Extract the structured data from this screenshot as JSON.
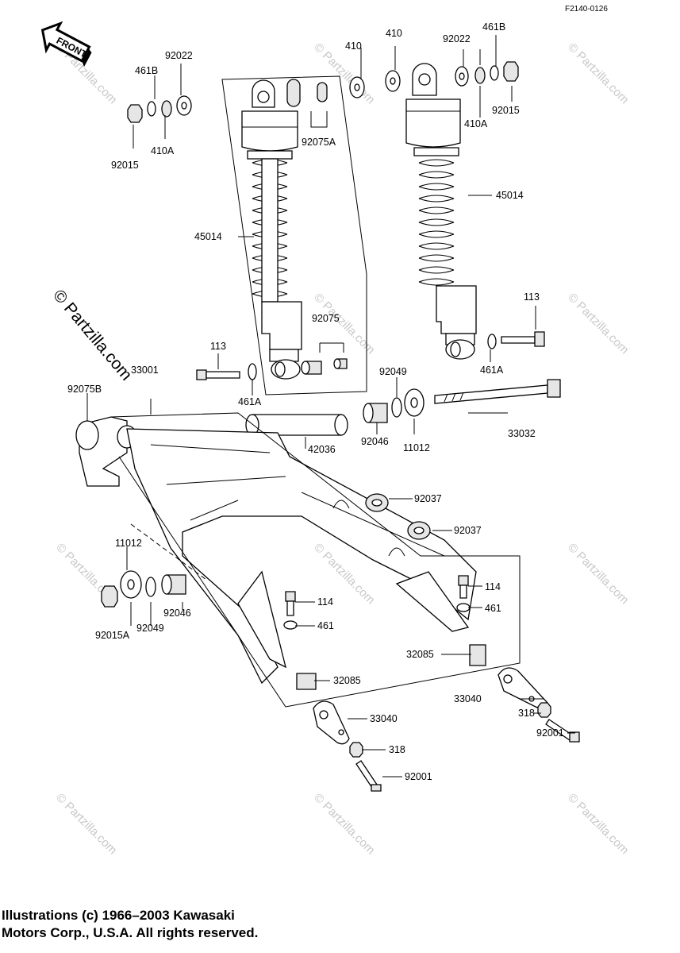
{
  "figure_code": "F2140-0126",
  "front_arrow": "FRONT",
  "labels": {
    "l92022a": "92022",
    "l461Ba": "461B",
    "l92015a": "92015",
    "l410Aa": "410A",
    "l410a": "410",
    "l410b": "410",
    "l92022b": "92022",
    "l461Bb": "461B",
    "l410Ab": "410A",
    "l92015b": "92015",
    "l92075A": "92075A",
    "l45014a": "45014",
    "l45014b": "45014",
    "l92075": "92075",
    "l113a": "113",
    "l461Aa": "461A",
    "l113b": "113",
    "l461Ab": "461A",
    "l33001": "33001",
    "l92075B": "92075B",
    "l92049a": "92049",
    "l92046a": "92046",
    "l11012a": "11012",
    "l33032": "33032",
    "l42036": "42036",
    "l92037a": "92037",
    "l92037b": "92037",
    "l11012b": "11012",
    "l92049b": "92049",
    "l92046b": "92046",
    "l92015A": "92015A",
    "l114a": "114",
    "l461a": "461",
    "l114b": "114",
    "l461b": "461",
    "l32085a": "32085",
    "l32085b": "32085",
    "l33040a": "33040",
    "l33040b": "33040",
    "l318a": "318",
    "l318b": "318",
    "l92001a": "92001",
    "l92001b": "92001"
  },
  "watermark": {
    "diagonal_text": "© Partzilla.com",
    "small_text": "© Partzilla.com"
  },
  "copyright": {
    "line1": "Illustrations (c) 1966–2003 Kawasaki",
    "line2": "Motors Corp., U.S.A.  All rights reserved."
  }
}
